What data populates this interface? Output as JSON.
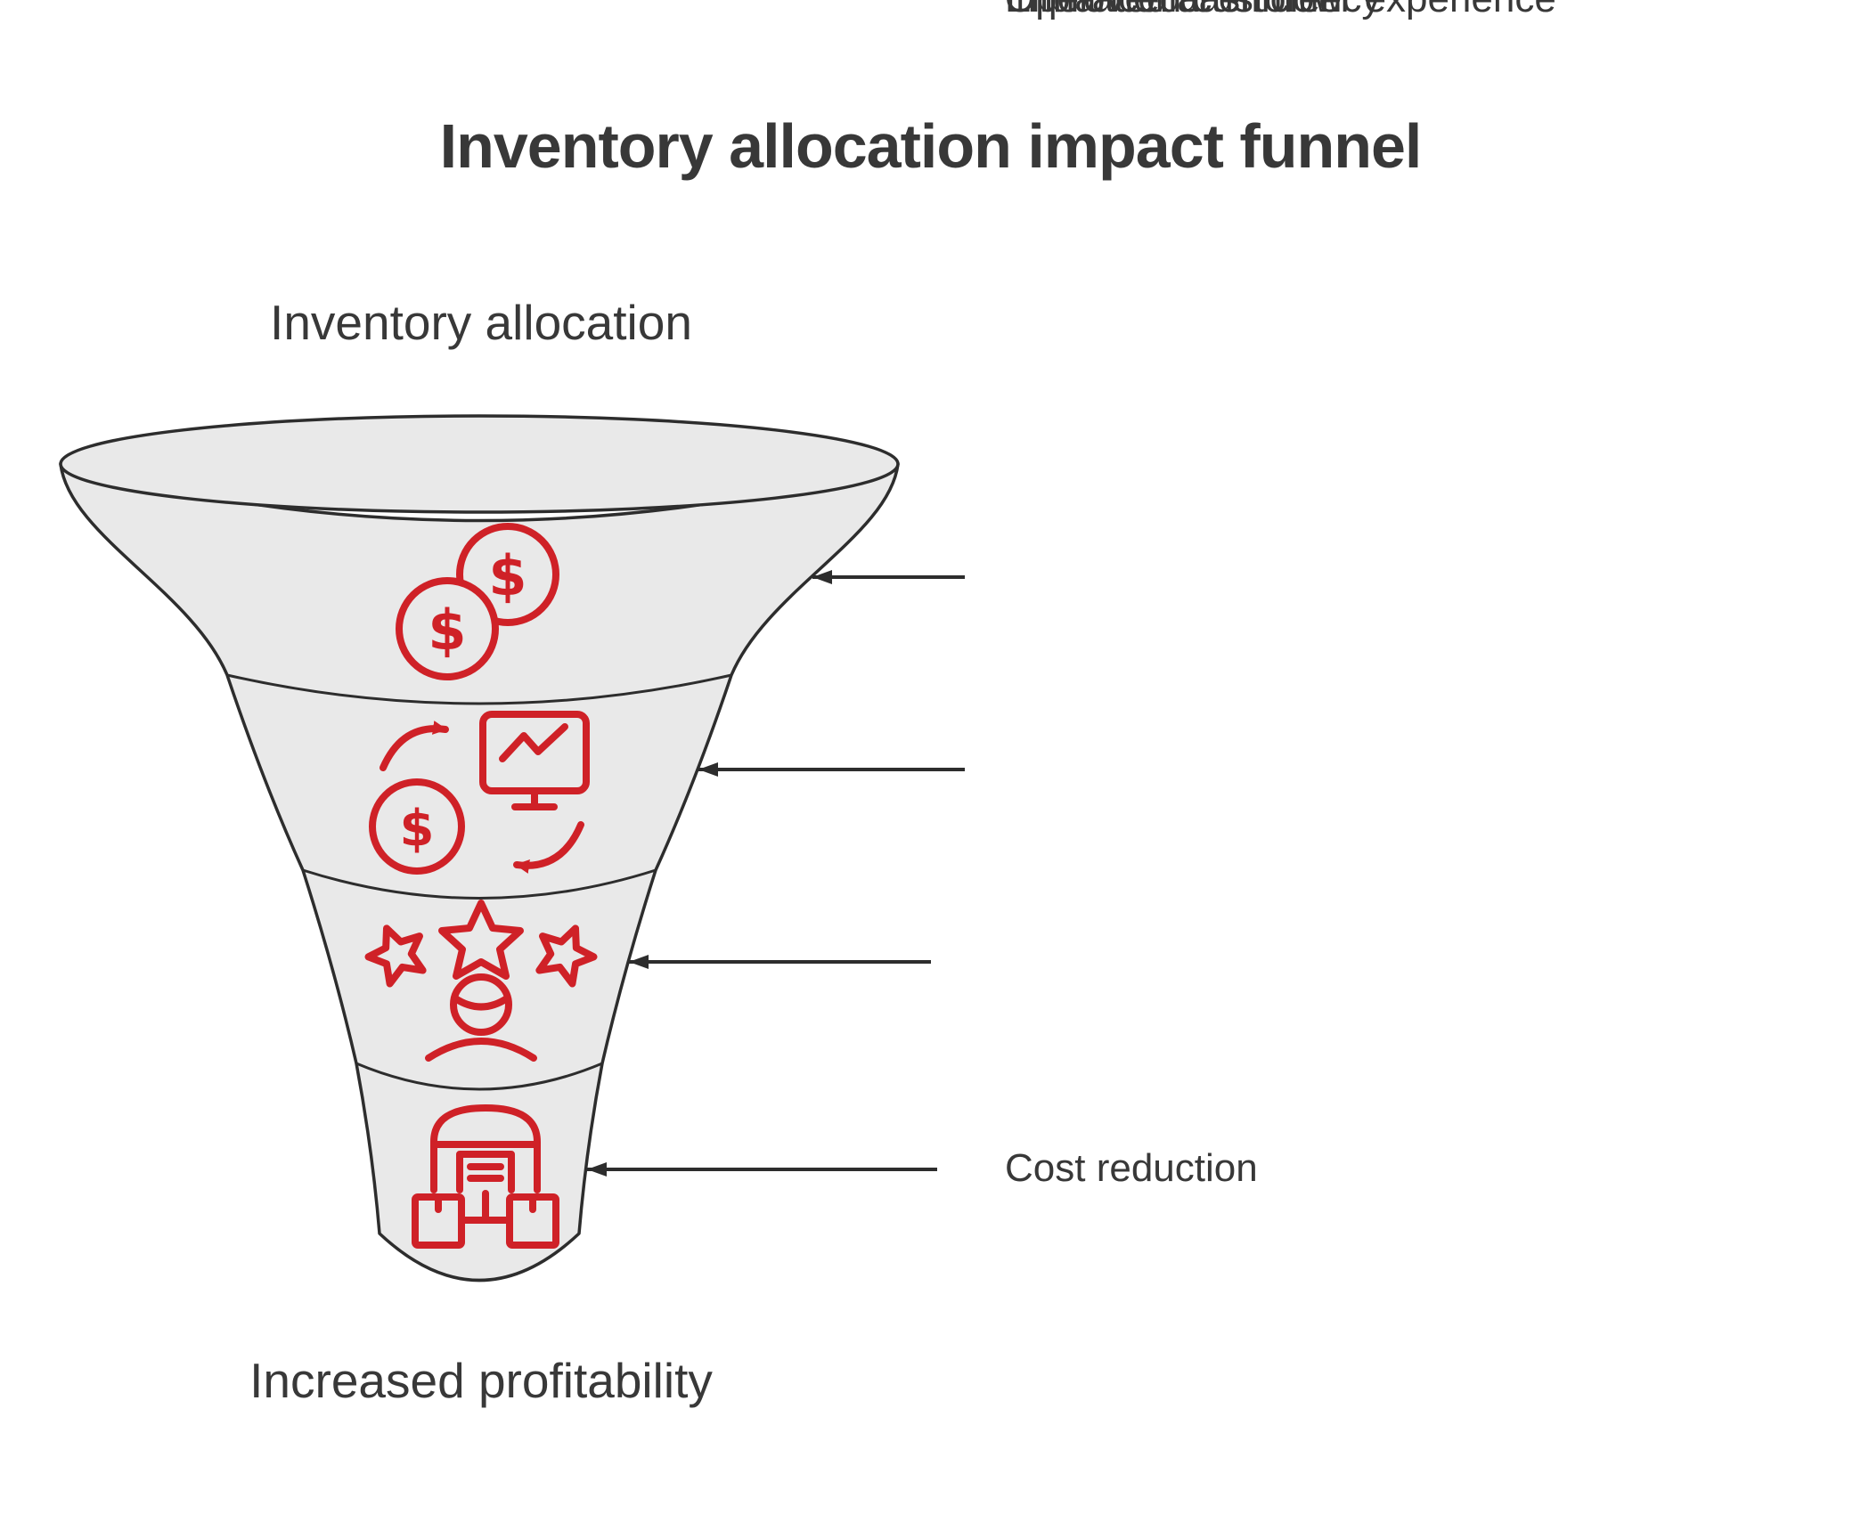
{
  "title": "Inventory allocation impact funnel",
  "funnel": {
    "input_label": "Inventory allocation",
    "output_label": "Increased profitability",
    "currency_symbol": "$",
    "stages": [
      {
        "label": "Cost reduction",
        "icon": "dollar-coins-icon"
      },
      {
        "label": "Improved cash flow",
        "icon": "cash-flow-icon"
      },
      {
        "label": "Enhanced customer experience",
        "icon": "customer-rating-icon"
      },
      {
        "label": "Operational efficiency",
        "icon": "warehouse-distribution-icon"
      }
    ]
  },
  "colors": {
    "funnel_fill": "#e9e9e9",
    "outline": "#2d2d2d",
    "accent_red": "#cf2127",
    "text": "#3a3a3a",
    "background": "#ffffff"
  }
}
